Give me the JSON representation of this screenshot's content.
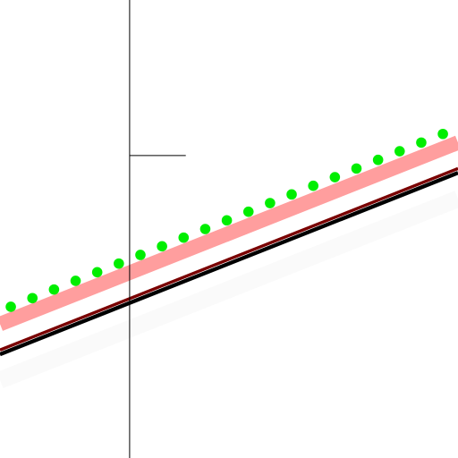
{
  "chart_data": {
    "type": "line",
    "title": "",
    "xlabel": "",
    "ylabel": "",
    "xlim": [
      -3.0,
      7.6
    ],
    "ylim": [
      -4.0,
      6.6
    ],
    "grid": false,
    "legend": "none",
    "axes": {
      "x_at": 0,
      "y_at": 0
    },
    "ticks": [
      {
        "axis": "y",
        "value": 3.0,
        "length": 1.3
      }
    ],
    "series": [
      {
        "kind": "band",
        "x": [
          -3.0,
          7.6
        ],
        "y": [
          -2.2,
          2.0
        ],
        "width": 0.4,
        "color": "#fafafa"
      },
      {
        "kind": "band",
        "x": [
          -3.0,
          7.6
        ],
        "y": [
          -0.9,
          3.3
        ],
        "width": 0.34,
        "color": "#ff9e9e"
      },
      {
        "kind": "line",
        "x": [
          -3.0,
          7.6
        ],
        "y": [
          -1.6,
          2.6
        ],
        "width": 0.09,
        "color": "#000000"
      },
      {
        "kind": "line",
        "x": [
          -3.0,
          7.6
        ],
        "y": [
          -1.5,
          2.7
        ],
        "width": 0.07,
        "color": "#7a0000"
      },
      {
        "kind": "points",
        "color": "#00ee00",
        "radius": 0.12,
        "x": [
          -2.75,
          -2.25,
          -1.75,
          -1.25,
          -0.75,
          -0.25,
          0.25,
          0.75,
          1.25,
          1.75,
          2.25,
          2.75,
          3.25,
          3.75,
          4.25,
          4.75,
          5.25,
          5.75,
          6.25,
          6.75,
          7.25
        ],
        "y": [
          -0.5,
          -0.3,
          -0.1,
          0.1,
          0.3,
          0.5,
          0.7,
          0.9,
          1.1,
          1.3,
          1.5,
          1.7,
          1.9,
          2.1,
          2.3,
          2.5,
          2.7,
          2.9,
          3.1,
          3.3,
          3.5
        ]
      }
    ],
    "colors": {
      "background": "#ffffff",
      "axis": "#000000"
    }
  }
}
